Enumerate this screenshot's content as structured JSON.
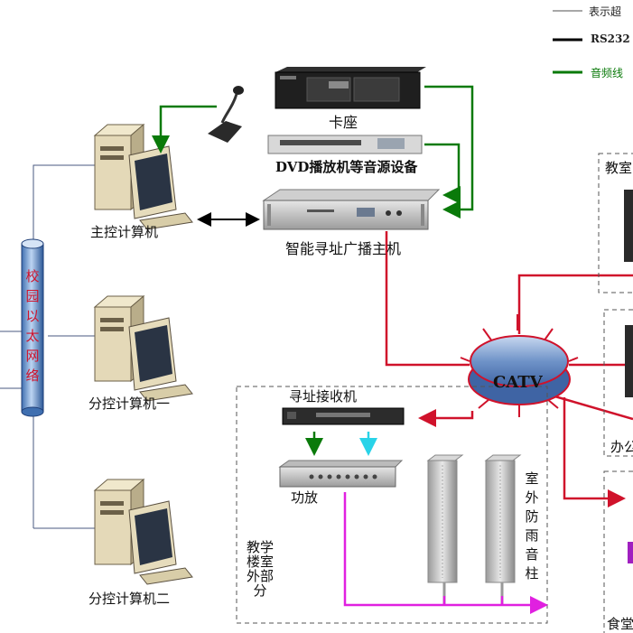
{
  "legend": {
    "items": [
      {
        "text": "表示超",
        "color": "#8c8c8c",
        "weight": "normal"
      },
      {
        "text": "RS232",
        "color": "#000000",
        "weight": "bold"
      },
      {
        "text": "音频线",
        "color": "#0a7a0a",
        "weight": "normal"
      }
    ]
  },
  "network": {
    "campus_chars": [
      "校",
      "园",
      "以",
      "太",
      "网",
      "络"
    ]
  },
  "computers": {
    "main": "主控计算机",
    "sub1": "分控计算机一",
    "sub2": "分控计算机二"
  },
  "devices": {
    "deck": "卡座",
    "dvd": "DVD播放机等音源设备",
    "host": "智能寻址广播主机",
    "receiver": "寻址接收机",
    "amp": "功放",
    "catv": "CATV"
  },
  "zones": {
    "outdoor_part_chars": [
      "教",
      "学",
      "楼",
      "室",
      "外",
      "部",
      "分"
    ],
    "rain_speaker_chars": [
      "室",
      "外",
      "防",
      "雨",
      "音",
      "柱"
    ],
    "classroom_partial": "教室",
    "office_partial": "办公",
    "canteen_partial": "食堂"
  },
  "colors": {
    "audio": "#0a7a0a",
    "rs232": "#000000",
    "catv_line": "#d0122b",
    "speaker_line": "#e020e0",
    "cyan_arrow": "#29d3e8"
  }
}
